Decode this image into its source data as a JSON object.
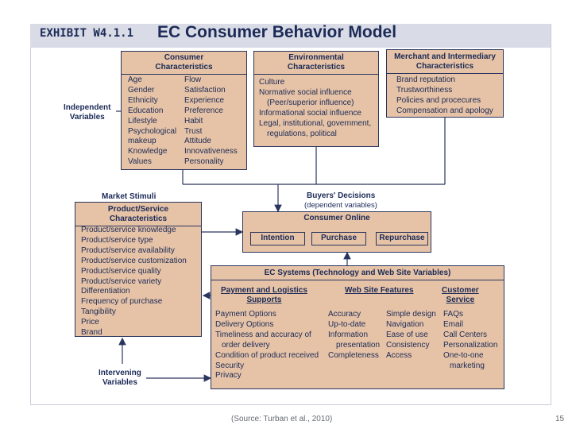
{
  "header": {
    "exhibit": "EXHIBIT W4.1.1",
    "title": "EC Consumer Behavior Model"
  },
  "independent_variables": "Independent\nVariables",
  "consumer": {
    "title": "Consumer\nCharacteristics",
    "col1": [
      "Age",
      "Gender",
      "Ethnicity",
      "Education",
      "Lifestyle",
      "Psychological",
      "makeup",
      "Knowledge",
      "Values"
    ],
    "col2": [
      "Flow",
      "Satisfaction",
      "Experience",
      "Preference",
      "Habit",
      "Trust",
      "Attitude",
      "Innovativeness",
      "Personality"
    ]
  },
  "environmental": {
    "title": "Environmental\nCharacteristics",
    "items": [
      "Culture",
      "Normative social influence",
      "(Peer/superior influence)",
      "Informational social influence",
      "Legal, institutional, government,",
      "regulations, political"
    ]
  },
  "merchant": {
    "title": "Merchant and Intermediary\nCharacteristics",
    "items": [
      "Brand reputation",
      "Trustworthiness",
      "Policies and procecures",
      "Compensation and apology"
    ]
  },
  "market_stimuli": {
    "label": "Market Stimuli",
    "title": "Product/Service\nCharacteristics",
    "items": [
      "Product/service knowledge",
      "Product/service type",
      "Product/service availability",
      "Product/service customization",
      "Product/service quality",
      "Product/service variety",
      "Differentiation",
      "Frequency of purchase",
      "Tangibility",
      "Price",
      "Brand"
    ]
  },
  "buyers": {
    "label": "Buyers' Decisions",
    "sublabel": "(dependent variables)",
    "title": "Consumer Online",
    "buttons": [
      "Intention",
      "Purchase",
      "Repurchase"
    ]
  },
  "ec_systems": {
    "title": "EC Systems (Technology and Web Site Variables)",
    "payment": {
      "title": "Payment and Logistics\nSupports",
      "items": [
        "Payment Options",
        "Delivery Options",
        "Timeliness and accuracy of",
        "order delivery",
        "Condition of product received",
        "Security",
        "Privacy"
      ]
    },
    "website": {
      "title": "Web Site Features",
      "col1": [
        "Accuracy",
        "Up-to-date",
        "Information",
        "presentation",
        "Completeness"
      ],
      "col2": [
        "Simple design",
        "Navigation",
        "Ease of use",
        "Consistency",
        "Access"
      ]
    },
    "service": {
      "title": "Customer\nService",
      "items": [
        "FAQs",
        "Email",
        "Call Centers",
        "Personalization",
        "One-to-one",
        "marketing"
      ]
    }
  },
  "intervening_variables": "Intervening\nVariables",
  "footer": {
    "source": "(Source: Turban et al., 2010)",
    "page": "15"
  }
}
